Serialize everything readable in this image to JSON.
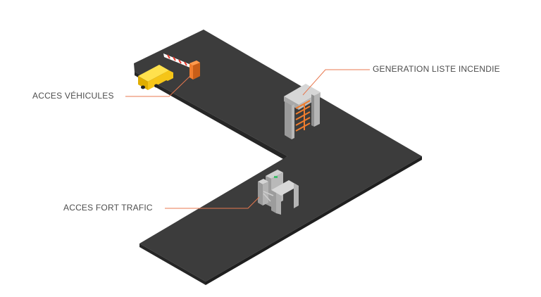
{
  "labels": {
    "vehicle_access": "ACCES VÉHICULES",
    "fire_list": "GENERATION LISTE INCENDIE",
    "high_traffic": "ACCES FORT TRAFIC"
  },
  "colors": {
    "floor": "#3c3c3c",
    "floor_edge": "#1f1f1f",
    "leader_line": "#e8784f",
    "accent_orange": "#f07d2e",
    "truck_yellow": "#f5c518",
    "gate_grey": "#b4b4b4",
    "text": "#4d4d4d"
  },
  "icons": {
    "vehicle": "barrier-gate-truck-icon",
    "fire": "full-height-turnstile-icon",
    "traffic": "tripod-turnstile-icon"
  }
}
